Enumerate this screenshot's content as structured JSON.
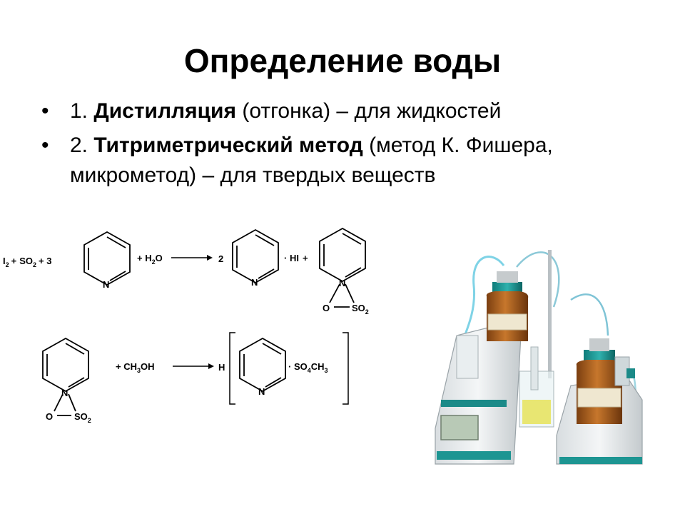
{
  "slide": {
    "title": "Определение воды",
    "bullet_char": "•",
    "bullets": [
      {
        "num": "1. ",
        "bold": "Дистилляция",
        "rest": " (отгонка) – для жидкостей"
      },
      {
        "num": "2. ",
        "bold": "Титриметрический метод",
        "rest": " (метод К. Фишера, микрометод) – для твердых веществ"
      }
    ]
  },
  "reaction1": {
    "i": "I",
    "i_sub": "2",
    "plus1": "+",
    "so": "SO",
    "so_sub": "2",
    "coef3": "+ 3",
    "n": "N",
    "h2o_plus": "+ H",
    "h2o_sub": "2",
    "h2o_o": "O",
    "coef2": "2",
    "hi": "· HI",
    "plus2": "+",
    "o": "O",
    "so2": "SO",
    "so2_sub": "2"
  },
  "reaction2": {
    "n": "N",
    "o": "O",
    "so2": "SO",
    "so2_sub": "2",
    "ch3oh": "+ CH",
    "ch3oh_sub": "3",
    "ch3oh_end": "OH",
    "h": "H",
    "so4": "· SO",
    "so4_sub": "4",
    "ch3": "CH",
    "ch3_sub": "3"
  },
  "photo": {
    "label": "titrator"
  }
}
